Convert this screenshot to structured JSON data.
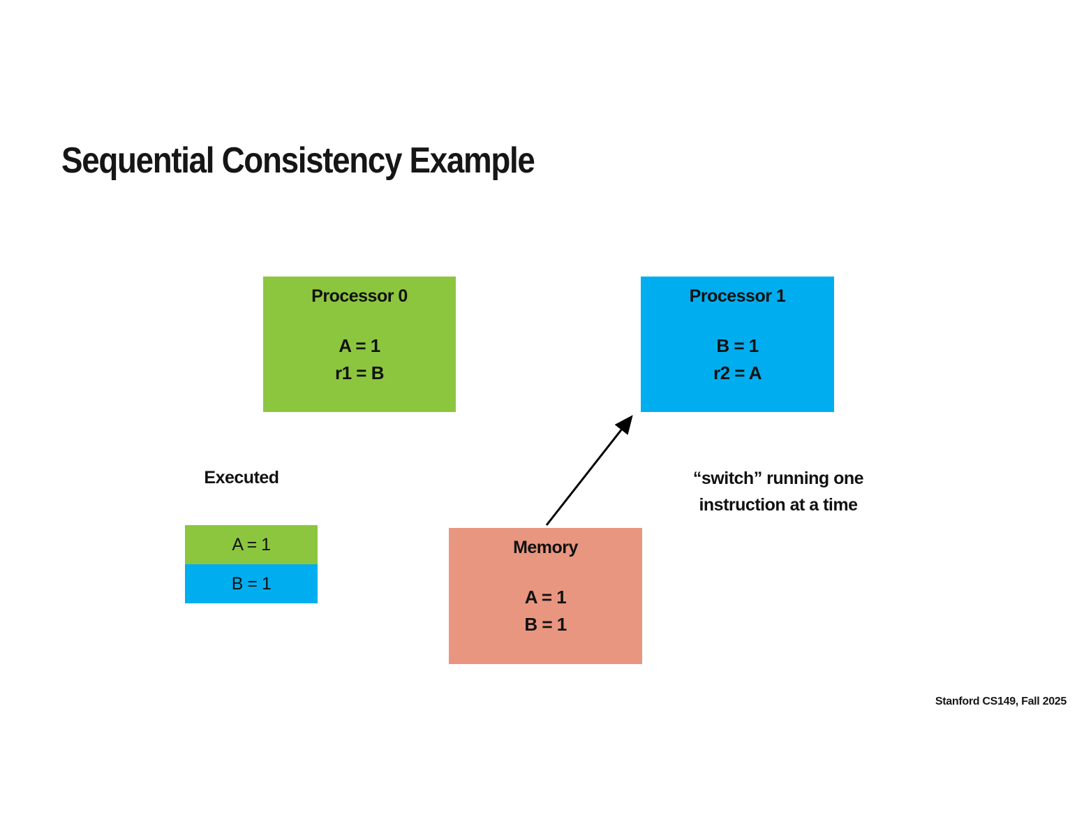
{
  "slide": {
    "title": "Sequential Consistency Example",
    "footer": "Stanford CS149, Fall 2025"
  },
  "colors": {
    "green": "#8CC63E",
    "blue": "#00AEEF",
    "salmon": "#E89680"
  },
  "processor0": {
    "title": "Processor 0",
    "lines": [
      "A = 1",
      "r1 = B"
    ]
  },
  "processor1": {
    "title": "Processor 1",
    "lines": [
      "B = 1",
      "r2 = A"
    ]
  },
  "memory": {
    "title": "Memory",
    "lines": [
      "A = 1",
      "B = 1"
    ]
  },
  "executed": {
    "label": "Executed",
    "rows": [
      {
        "text": "A = 1",
        "color": "green"
      },
      {
        "text": "B = 1",
        "color": "blue"
      }
    ]
  },
  "annotation": {
    "line1": "“switch” running one",
    "line2": "instruction at a time"
  }
}
